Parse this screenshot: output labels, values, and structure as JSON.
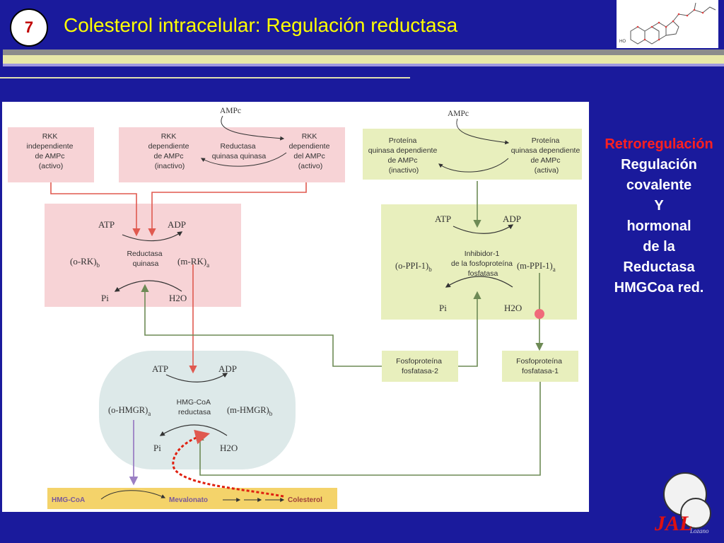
{
  "slide": {
    "number": "7",
    "title": "Colesterol intracelular: Regulación reductasa"
  },
  "side_text": {
    "highlight": "Retroregulación",
    "lines": [
      "Regulación",
      "covalente",
      "Y",
      "hormonal",
      "de la",
      "Reductasa",
      "HMGCoa red."
    ]
  },
  "diagram": {
    "ampc_left": "AMPc",
    "ampc_right": "AMPc",
    "rkk_independent": [
      "RKK",
      "independiente",
      "de AMPc",
      "(activo)"
    ],
    "rkk_inactive": [
      "RKK",
      "dependiente",
      "de AMPc",
      "(inactivo)"
    ],
    "rkk_kinase": [
      "Reductasa",
      "quinasa quinasa"
    ],
    "rkk_active": [
      "RKK",
      "dependiente",
      "del AMPc",
      "(activo)"
    ],
    "pka_inactive": [
      "Proteína",
      "quinasa dependiente",
      "de AMPc",
      "(inactivo)"
    ],
    "pka_active": [
      "Proteína",
      "quinasa dependiente",
      "de AMPc",
      "(activa)"
    ],
    "rk_cycle": {
      "atp": "ATP",
      "adp": "ADP",
      "pi": "Pi",
      "h2o": "H2O",
      "left": "(o-RK)",
      "left_sub": "b",
      "right": "(m-RK)",
      "right_sub": "a",
      "enzyme": [
        "Reductasa",
        "quinasa"
      ]
    },
    "ppi_cycle": {
      "atp": "ATP",
      "adp": "ADP",
      "pi": "Pi",
      "h2o": "H2O",
      "left": "(o-PPI-1)",
      "left_sub": "b",
      "right": "(m-PPI-1)",
      "right_sub": "a",
      "enzyme": [
        "Inhibidor-1",
        "de la fosfoproteína",
        "fosfatasa"
      ]
    },
    "hmgr_cycle": {
      "atp": "ATP",
      "adp": "ADP",
      "pi": "Pi",
      "h2o": "H2O",
      "left": "(o-HMGR)",
      "left_sub": "a",
      "right": "(m-HMGR)",
      "right_sub": "b",
      "enzyme": [
        "HMG-CoA",
        "reductasa"
      ]
    },
    "phosphatase2": [
      "Fosfoproteína",
      "fosfatasa-2"
    ],
    "phosphatase1": [
      "Fosfoproteína",
      "fosfatasa-1"
    ],
    "pathway": {
      "hmgcoa": "HMG-CoA",
      "mevalonato": "Mevalonato",
      "colesterol": "Colesterol"
    }
  },
  "colors": {
    "background": "#1a1a9c",
    "title": "#ffff00",
    "highlight": "#ff2020",
    "pink_box": "#f7d3d6",
    "green_box": "#e8efbd",
    "blue_region": "#dde9e9",
    "pathway_bar": "#f4d36a",
    "red_arrow": "#e0594f",
    "green_arrow": "#6d8a55",
    "purple_arrow": "#9b7fc4"
  },
  "signature": {
    "initials": "JAL",
    "name": "Lozano"
  }
}
